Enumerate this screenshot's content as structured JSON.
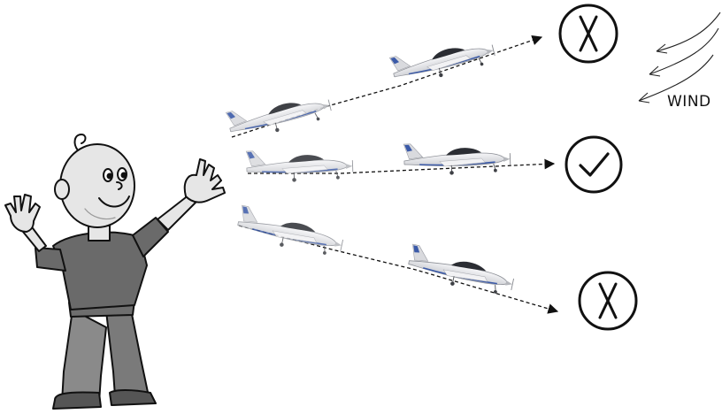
{
  "wind": {
    "label": "WIND",
    "icon": "wind-arrows-icon"
  },
  "paths": [
    {
      "name": "upper",
      "result": "rejected",
      "result_icon": "circle-x-icon"
    },
    {
      "name": "middle",
      "result": "accepted",
      "result_icon": "circle-check-icon"
    },
    {
      "name": "lower",
      "result": "rejected",
      "result_icon": "circle-x-icon"
    }
  ],
  "figure": {
    "icon": "cartoon-boy-icon"
  },
  "plane": {
    "icon": "airplane-icon"
  },
  "colors": {
    "line": "#111111",
    "plane_body": "#e9e9ec",
    "plane_canopy": "#2b2d33",
    "plane_stripe": "#3b5aa8",
    "shirt": "#6a6a6a",
    "pants": "#8a8a8a",
    "skin": "#e6e6e6"
  }
}
